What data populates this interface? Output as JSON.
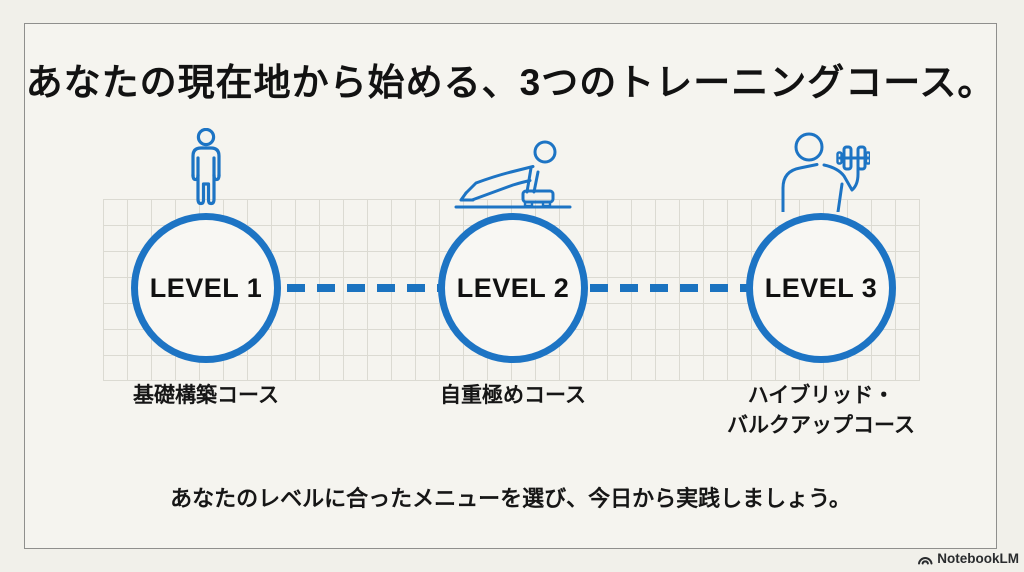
{
  "slide": {
    "title": "あなたの現在地から始める、3つのトレーニングコース。",
    "levels": [
      {
        "badge": "LEVEL 1",
        "course": "基礎構築コース",
        "icon": "standing-person-icon"
      },
      {
        "badge": "LEVEL 2",
        "course": "自重極めコース",
        "icon": "pushup-person-icon"
      },
      {
        "badge": "LEVEL 3",
        "course": "ハイブリッド・\nバルクアップコース",
        "icon": "dumbbell-person-icon"
      }
    ],
    "footer": "あなたのレベルに合ったメニューを選び、今日から実践しましょう。",
    "colors": {
      "accent_blue": "#1d74c4",
      "text": "#141414",
      "background": "#f5f4ef",
      "grid_line": "#dbdad2",
      "slide_border": "#8f8f8d"
    }
  },
  "watermark": {
    "label": "NotebookLM",
    "icon": "notebooklm-logo-icon"
  }
}
